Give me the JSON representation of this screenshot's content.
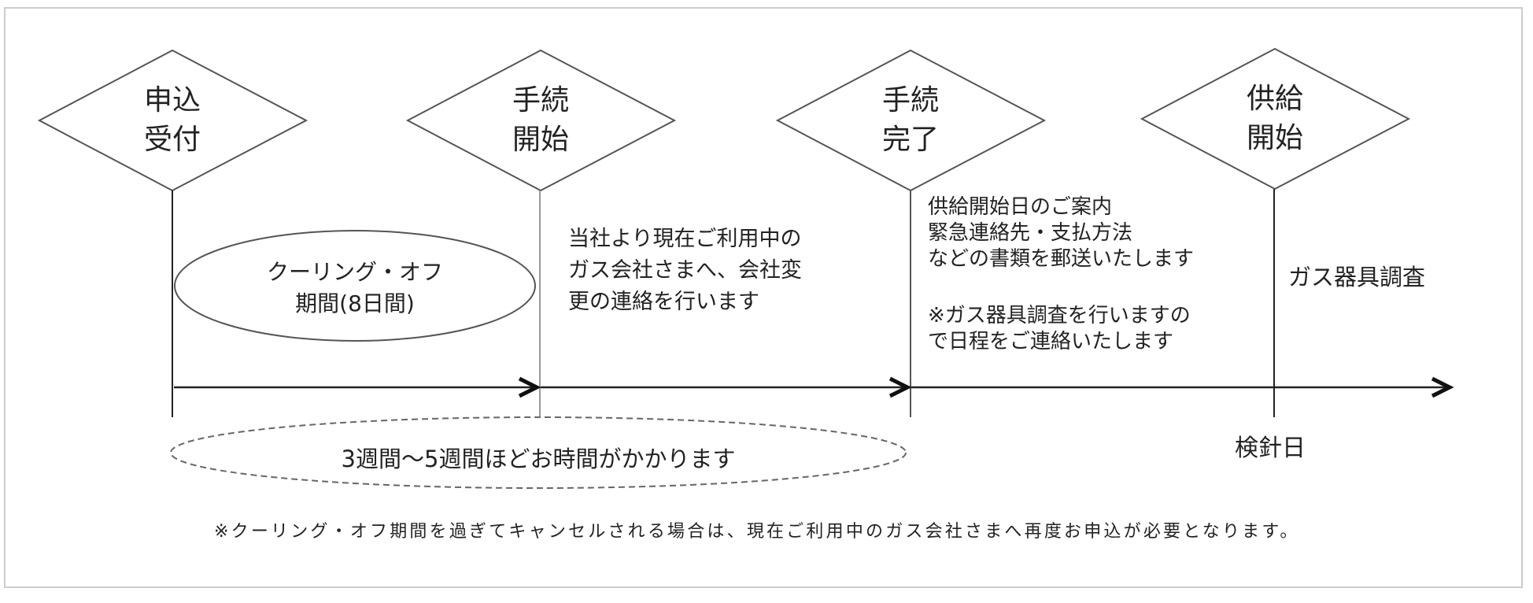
{
  "stages": [
    {
      "line1": "申込",
      "line2": "受付"
    },
    {
      "line1": "手続",
      "line2": "開始"
    },
    {
      "line1": "手続",
      "line2": "完了"
    },
    {
      "line1": "供給",
      "line2": "開始"
    }
  ],
  "cooling_off": {
    "line1": "クーリング・オフ",
    "line2": "期間(8日間)"
  },
  "procedure_start_note": {
    "lines": [
      "当社より現在ご利用中の",
      "ガス会社さまへ、会社変",
      "更の連絡を行います"
    ]
  },
  "procedure_complete_note": {
    "lines": [
      "供給開始日のご案内",
      "緊急連絡先・支払方法",
      "などの書類を郵送いたします",
      "",
      "※ガス器具調査を行いますの",
      "で日程をご連絡いたします"
    ]
  },
  "supply_start_note": "ガス器具調査",
  "meter_reading_label": "検針日",
  "duration_label": "3週間～5週間ほどお時間がかかります",
  "footnote": "※クーリング・オフ期間を過ぎてキャンセルされる場合は、現在ご利用中のガス会社さまへ再度お申込が必要となります。",
  "colors": {
    "line": "#222222",
    "grey_line": "#999999",
    "diamond_stroke": "#555555",
    "frame": "#cccccc"
  }
}
